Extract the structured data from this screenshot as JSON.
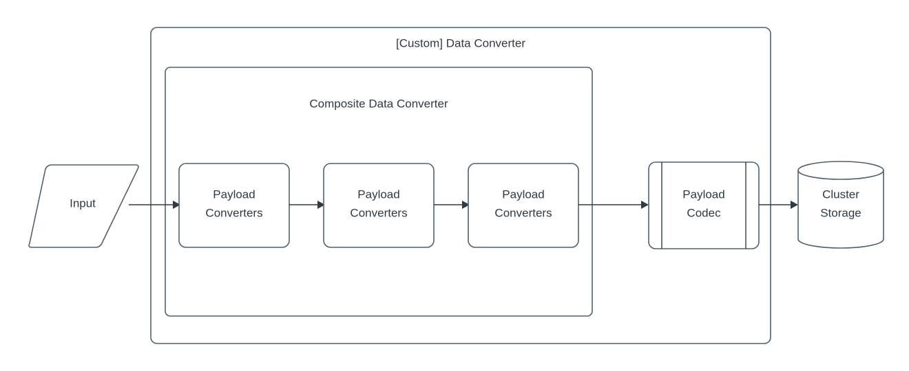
{
  "diagram": {
    "title_outer": "[Custom] Data Converter",
    "title_inner": "Composite Data Converter",
    "colors": {
      "stroke": "#51606d",
      "text": "#2f3a45",
      "arrow": "#2f3a45",
      "background": "#ffffff"
    },
    "nodes": {
      "input": {
        "label": "Input",
        "shape": "parallelogram"
      },
      "converter_1": {
        "label_line1": "Payload",
        "label_line2": "Converters",
        "shape": "rounded-rectangle"
      },
      "converter_2": {
        "label_line1": "Payload",
        "label_line2": "Converters",
        "shape": "rounded-rectangle"
      },
      "converter_3": {
        "label_line1": "Payload",
        "label_line2": "Converters",
        "shape": "rounded-rectangle"
      },
      "codec": {
        "label_line1": "Payload",
        "label_line2": "Codec",
        "shape": "process"
      },
      "storage": {
        "label_line1": "Cluster",
        "label_line2": "Storage",
        "shape": "cylinder"
      }
    },
    "edges": [
      {
        "from": "input",
        "to": "converter_1"
      },
      {
        "from": "converter_1",
        "to": "converter_2"
      },
      {
        "from": "converter_2",
        "to": "converter_3"
      },
      {
        "from": "converter_3",
        "to": "codec"
      },
      {
        "from": "codec",
        "to": "storage"
      }
    ]
  }
}
